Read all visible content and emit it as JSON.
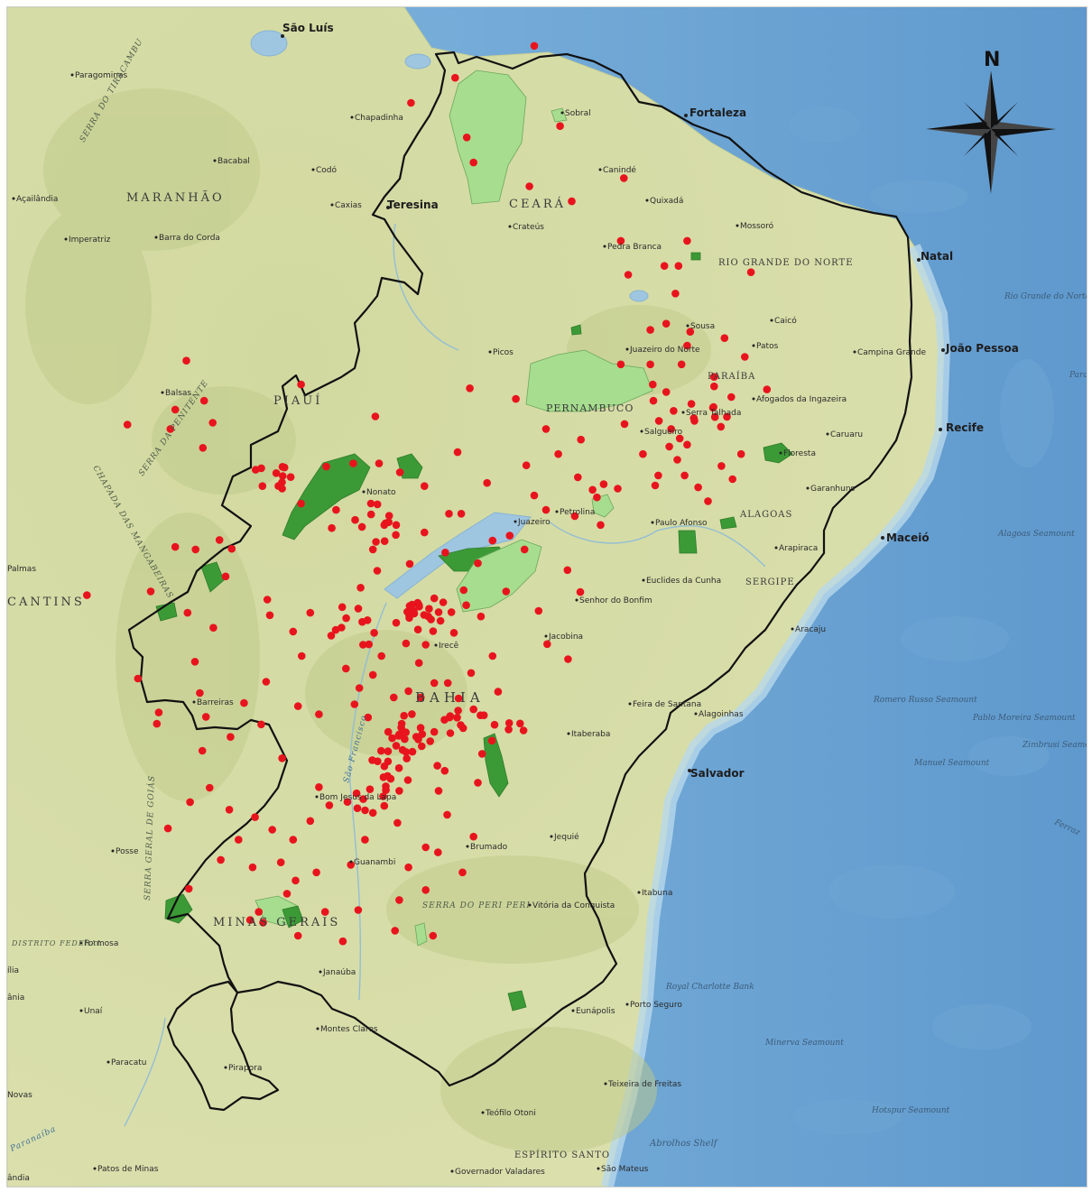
{
  "colors": {
    "land": "#d6dca5",
    "ocean": "#7eb3dc",
    "deep_ocean": "#5b96cc",
    "shelf": "#b4d5ea",
    "boundary": "#111111",
    "occurrence": "#e8141d",
    "protected_area": "#3c9a36",
    "protected_area_light": "#9fd987",
    "water": "#9fc6e0"
  },
  "north_arrow": {
    "label": "N"
  },
  "states": [
    {
      "name": "MARANHÃO"
    },
    {
      "name": "CEARÁ"
    },
    {
      "name": "PIAUÍ"
    },
    {
      "name": "RIO GRANDE DO NORTE"
    },
    {
      "name": "PARAÍBA"
    },
    {
      "name": "PERNAMBUCO"
    },
    {
      "name": "ALAGOAS"
    },
    {
      "name": "SERGIPE"
    },
    {
      "name": "BAHIA"
    },
    {
      "name": "MINAS GERAIS"
    },
    {
      "name": "CANTINS"
    },
    {
      "name": "ESPÍRITO SANTO"
    }
  ],
  "cities_major": [
    {
      "name": "São Luís"
    },
    {
      "name": "Fortaleza"
    },
    {
      "name": "Teresina"
    },
    {
      "name": "Natal"
    },
    {
      "name": "João Pessoa"
    },
    {
      "name": "Recife"
    },
    {
      "name": "Maceió"
    },
    {
      "name": "Salvador"
    }
  ],
  "cities": [
    {
      "name": "Paragominas"
    },
    {
      "name": "Chapadinha"
    },
    {
      "name": "Bacabal"
    },
    {
      "name": "Codó"
    },
    {
      "name": "Caxias"
    },
    {
      "name": "Açailândia"
    },
    {
      "name": "Imperatriz"
    },
    {
      "name": "Barra do Corda"
    },
    {
      "name": "Sobral"
    },
    {
      "name": "Canindé"
    },
    {
      "name": "Quixadá"
    },
    {
      "name": "Crateús"
    },
    {
      "name": "Mossoró"
    },
    {
      "name": "Pedra Branca"
    },
    {
      "name": "Sousa"
    },
    {
      "name": "Caicó"
    },
    {
      "name": "Patos"
    },
    {
      "name": "Campina Grande"
    },
    {
      "name": "Juazeiro do Norte"
    },
    {
      "name": "Picos"
    },
    {
      "name": "Afogados da Ingazeira"
    },
    {
      "name": "Serra Talhada"
    },
    {
      "name": "Caruaru"
    },
    {
      "name": "Salgueiro"
    },
    {
      "name": "Garanhuns"
    },
    {
      "name": "Floresta"
    },
    {
      "name": "Petrolina"
    },
    {
      "name": "Juazeiro"
    },
    {
      "name": "Paulo Afonso"
    },
    {
      "name": "Arapiraca"
    },
    {
      "name": "Euclides da Cunha"
    },
    {
      "name": "Senhor do Bonfim"
    },
    {
      "name": "Jacobina"
    },
    {
      "name": "Aracaju"
    },
    {
      "name": "Irecê"
    },
    {
      "name": "Feira de Santana"
    },
    {
      "name": "Alagoinhas"
    },
    {
      "name": "Itaberaba"
    },
    {
      "name": "Bom Jesus da Lapa"
    },
    {
      "name": "Guanambi"
    },
    {
      "name": "Brumado"
    },
    {
      "name": "Jequié"
    },
    {
      "name": "Vitória da Conquista"
    },
    {
      "name": "Itabuna"
    },
    {
      "name": "Janaúba"
    },
    {
      "name": "Montes Claros"
    },
    {
      "name": "Porto Seguro"
    },
    {
      "name": "Eunápolis"
    },
    {
      "name": "Pirapora"
    },
    {
      "name": "Teixeira de Freitas"
    },
    {
      "name": "Teófilo Otoni"
    },
    {
      "name": "Governador Valadares"
    },
    {
      "name": "São Mateus"
    },
    {
      "name": "Patos de Minas"
    },
    {
      "name": "Paracatu"
    },
    {
      "name": "Unaí"
    },
    {
      "name": "Formosa"
    },
    {
      "name": "Posse"
    },
    {
      "name": "Barreiras"
    },
    {
      "name": "Balsas"
    },
    {
      "name": "Nonato"
    },
    {
      "name": "Palmas"
    },
    {
      "name": "Novas"
    },
    {
      "name": "ília"
    },
    {
      "name": "ânia"
    },
    {
      "name": "ândia"
    }
  ],
  "relief_labels": [
    {
      "name": "SERRA DO TIRACAMBU"
    },
    {
      "name": "SERRA DA PENITENTE"
    },
    {
      "name": "CHAPADA DAS MANGABEIRAS"
    },
    {
      "name": "SERRA DO PERI PERI"
    },
    {
      "name": "SERRA GERAL DE GOIÁS"
    },
    {
      "name": "DISTRITO FEDERAL"
    },
    {
      "name": "São Francisco"
    },
    {
      "name": "Paranaíba"
    }
  ],
  "ocean_features": [
    {
      "name": "Rio Grande do Norte Seamount"
    },
    {
      "name": "Paraíba"
    },
    {
      "name": "Alagoas Seamount"
    },
    {
      "name": "Romero Russo Seamount"
    },
    {
      "name": "Pablo Moreira Seamount"
    },
    {
      "name": "Zimbrusi Seamount"
    },
    {
      "name": "Manuel Seamount"
    },
    {
      "name": "Ferraz"
    },
    {
      "name": "Royal Charlotte Bank"
    },
    {
      "name": "Minerva Seamount"
    },
    {
      "name": "Hotspur Seamount"
    },
    {
      "name": "Abrolhos Shelf"
    }
  ],
  "occurrences": [
    {
      "lon": -40.26,
      "lat": -3.05
    },
    {
      "lon": -40.98,
      "lat": -3.45
    },
    {
      "lon": -40.07,
      "lat": -4.0
    },
    {
      "lon": -39.96,
      "lat": -4.4
    },
    {
      "lon": -39.05,
      "lat": -4.78
    },
    {
      "lon": -38.55,
      "lat": -3.82
    },
    {
      "lon": -38.36,
      "lat": -5.02
    },
    {
      "lon": -37.51,
      "lat": -4.65
    },
    {
      "lon": -36.48,
      "lat": -5.65
    },
    {
      "lon": -37.56,
      "lat": -5.65
    },
    {
      "lon": -38.97,
      "lat": -2.54
    },
    {
      "lon": -37.44,
      "lat": -6.19
    },
    {
      "lon": -36.85,
      "lat": -6.05
    },
    {
      "lon": -36.62,
      "lat": -6.05
    },
    {
      "lon": -35.44,
      "lat": -6.15
    },
    {
      "lon": -36.67,
      "lat": -6.49
    },
    {
      "lon": -36.43,
      "lat": -7.1
    },
    {
      "lon": -36.48,
      "lat": -7.32
    },
    {
      "lon": -37.08,
      "lat": -7.07
    },
    {
      "lon": -36.82,
      "lat": -6.97
    },
    {
      "lon": -35.87,
      "lat": -7.2
    },
    {
      "lon": -35.54,
      "lat": -7.5
    },
    {
      "lon": -37.08,
      "lat": -7.62
    },
    {
      "lon": -36.57,
      "lat": -7.62
    },
    {
      "lon": -35.18,
      "lat": -8.02
    },
    {
      "lon": -37.04,
      "lat": -7.94
    },
    {
      "lon": -36.04,
      "lat": -7.82
    },
    {
      "lon": -36.04,
      "lat": -7.97
    },
    {
      "lon": -35.76,
      "lat": -8.14
    },
    {
      "lon": -37.56,
      "lat": -7.62
    },
    {
      "lon": -36.36,
      "lat": -8.52
    },
    {
      "lon": -36.74,
      "lat": -8.65
    },
    {
      "lon": -36.6,
      "lat": -8.8
    },
    {
      "lon": -36.77,
      "lat": -8.93
    },
    {
      "lon": -36.64,
      "lat": -9.14
    },
    {
      "lon": -36.48,
      "lat": -8.9
    },
    {
      "lon": -36.95,
      "lat": -9.39
    },
    {
      "lon": -36.52,
      "lat": -9.39
    },
    {
      "lon": -36.3,
      "lat": -9.58
    },
    {
      "lon": -36.14,
      "lat": -9.8
    },
    {
      "lon": -37.0,
      "lat": -9.55
    },
    {
      "lon": -37.61,
      "lat": -9.6
    },
    {
      "lon": -37.84,
      "lat": -9.53
    },
    {
      "lon": -38.02,
      "lat": -9.62
    },
    {
      "lon": -38.26,
      "lat": -9.42
    },
    {
      "lon": -37.89,
      "lat": -10.18
    },
    {
      "lon": -38.31,
      "lat": -10.04
    },
    {
      "lon": -38.78,
      "lat": -9.94
    },
    {
      "lon": -39.13,
      "lat": -10.57
    },
    {
      "lon": -38.43,
      "lat": -10.9
    },
    {
      "lon": -38.22,
      "lat": -11.25
    },
    {
      "lon": -39.37,
      "lat": -10.35
    },
    {
      "lon": -39.65,
      "lat": -10.43
    },
    {
      "lon": -39.89,
      "lat": -10.79
    },
    {
      "lon": -40.12,
      "lat": -11.22
    },
    {
      "lon": -40.08,
      "lat": -11.46
    },
    {
      "lon": -40.6,
      "lat": -11.35
    },
    {
      "lon": -40.53,
      "lat": -11.57
    },
    {
      "lon": -40.32,
      "lat": -11.57
    },
    {
      "lon": -39.84,
      "lat": -11.64
    },
    {
      "lon": -40.28,
      "lat": -11.9
    },
    {
      "lon": -40.74,
      "lat": -12.09
    },
    {
      "lon": -41.22,
      "lat": -11.74
    },
    {
      "lon": -41.58,
      "lat": -11.9
    },
    {
      "lon": -41.76,
      "lat": -12.09
    },
    {
      "lon": -41.46,
      "lat": -12.27
    },
    {
      "lon": -40.0,
      "lat": -12.54
    },
    {
      "lon": -39.65,
      "lat": -12.27
    },
    {
      "lon": -39.56,
      "lat": -12.84
    },
    {
      "lon": -39.96,
      "lat": -13.12
    },
    {
      "lon": -40.35,
      "lat": -13.25
    },
    {
      "lon": -40.6,
      "lat": -13.48
    },
    {
      "lon": -40.86,
      "lat": -13.6
    },
    {
      "lon": -41.22,
      "lat": -13.7
    },
    {
      "lon": -41.61,
      "lat": -13.93
    },
    {
      "lon": -41.35,
      "lat": -13.48
    },
    {
      "lon": -41.06,
      "lat": -13.8
    },
    {
      "lon": -40.43,
      "lat": -14.1
    },
    {
      "lon": -39.89,
      "lat": -14.29
    },
    {
      "lon": -40.53,
      "lat": -14.42
    },
    {
      "lon": -41.17,
      "lat": -14.42
    },
    {
      "lon": -41.6,
      "lat": -14.77
    },
    {
      "lon": -42.31,
      "lat": -14.65
    },
    {
      "lon": -42.62,
      "lat": -14.9
    },
    {
      "lon": -42.9,
      "lat": -15.2
    },
    {
      "lon": -43.1,
      "lat": -15.56
    },
    {
      "lon": -42.52,
      "lat": -15.72
    },
    {
      "lon": -41.73,
      "lat": -15.2
    },
    {
      "lon": -40.74,
      "lat": -15.32
    },
    {
      "lon": -40.14,
      "lat": -15.72
    },
    {
      "lon": -40.74,
      "lat": -16.0
    },
    {
      "lon": -41.17,
      "lat": -16.16
    },
    {
      "lon": -41.84,
      "lat": -16.32
    },
    {
      "lon": -42.38,
      "lat": -16.35
    },
    {
      "lon": -43.0,
      "lat": -16.06
    },
    {
      "lon": -43.46,
      "lat": -16.35
    },
    {
      "lon": -43.39,
      "lat": -16.52
    },
    {
      "lon": -42.82,
      "lat": -16.73
    },
    {
      "lon": -42.09,
      "lat": -16.82
    },
    {
      "lon": -41.24,
      "lat": -16.65
    },
    {
      "lon": -40.62,
      "lat": -16.73
    },
    {
      "lon": -41.02,
      "lat": -15.64
    },
    {
      "lon": -40.54,
      "lat": -15.4
    },
    {
      "lon": -39.96,
      "lat": -15.15
    },
    {
      "lon": -41.68,
      "lat": -13.25
    },
    {
      "lon": -41.02,
      "lat": -12.83
    },
    {
      "lon": -40.38,
      "lat": -12.7
    },
    {
      "lon": -40.82,
      "lat": -12.93
    },
    {
      "lon": -41.26,
      "lat": -12.93
    },
    {
      "lon": -41.9,
      "lat": -13.04
    },
    {
      "lon": -42.48,
      "lat": -13.2
    },
    {
      "lon": -42.82,
      "lat": -13.07
    },
    {
      "lon": -43.42,
      "lat": -13.36
    },
    {
      "lon": -43.92,
      "lat": -13.56
    },
    {
      "lon": -44.38,
      "lat": -13.78
    },
    {
      "lon": -44.26,
      "lat": -14.37
    },
    {
      "lon": -44.58,
      "lat": -14.6
    },
    {
      "lon": -43.94,
      "lat": -14.72
    },
    {
      "lon": -43.52,
      "lat": -14.84
    },
    {
      "lon": -43.24,
      "lat": -15.04
    },
    {
      "lon": -43.79,
      "lat": -15.2
    },
    {
      "lon": -44.08,
      "lat": -15.52
    },
    {
      "lon": -43.56,
      "lat": -15.64
    },
    {
      "lon": -44.6,
      "lat": -15.98
    },
    {
      "lon": -44.94,
      "lat": -15.02
    },
    {
      "lon": -45.12,
      "lat": -13.35
    },
    {
      "lon": -44.42,
      "lat": -12.86
    },
    {
      "lon": -43.7,
      "lat": -13.02
    },
    {
      "lon": -43.34,
      "lat": -12.68
    },
    {
      "lon": -42.76,
      "lat": -12.27
    },
    {
      "lon": -42.9,
      "lat": -11.88
    },
    {
      "lon": -43.28,
      "lat": -11.62
    },
    {
      "lon": -43.32,
      "lat": -11.37
    },
    {
      "lon": -42.62,
      "lat": -11.58
    },
    {
      "lon": -42.1,
      "lat": -11.49
    },
    {
      "lon": -41.8,
      "lat": -11.18
    },
    {
      "lon": -41.53,
      "lat": -10.91
    },
    {
      "lon": -41.6,
      "lat": -10.57
    },
    {
      "lon": -41.0,
      "lat": -10.8
    },
    {
      "lon": -40.76,
      "lat": -10.3
    },
    {
      "lon": -41.22,
      "lat": -10.18
    },
    {
      "lon": -41.55,
      "lat": -10.45
    },
    {
      "lon": -41.89,
      "lat": -10.1
    },
    {
      "lon": -42.2,
      "lat": -9.94
    },
    {
      "lon": -42.77,
      "lat": -9.84
    },
    {
      "lon": -43.08,
      "lat": -9.6
    },
    {
      "lon": -43.4,
      "lat": -9.56
    },
    {
      "lon": -43.51,
      "lat": -9.3
    },
    {
      "lon": -42.36,
      "lat": -9.25
    },
    {
      "lon": -41.92,
      "lat": -9.2
    },
    {
      "lon": -41.5,
      "lat": -9.2
    },
    {
      "lon": -41.16,
      "lat": -9.34
    },
    {
      "lon": -40.76,
      "lat": -9.56
    },
    {
      "lon": -40.36,
      "lat": -10.0
    },
    {
      "lon": -44.37,
      "lat": -8.95
    },
    {
      "lon": -44.21,
      "lat": -8.55
    },
    {
      "lon": -44.35,
      "lat": -8.2
    },
    {
      "lon": -44.82,
      "lat": -8.34
    },
    {
      "lon": -44.9,
      "lat": -8.65
    },
    {
      "lon": -45.6,
      "lat": -8.58
    },
    {
      "lon": -44.64,
      "lat": -7.56
    },
    {
      "lon": -42.77,
      "lat": -7.94
    },
    {
      "lon": -41.56,
      "lat": -8.45
    },
    {
      "lon": -40.22,
      "lat": -9.02
    },
    {
      "lon": -40.02,
      "lat": -8.0
    },
    {
      "lon": -39.27,
      "lat": -8.17
    },
    {
      "lon": -38.78,
      "lat": -8.65
    },
    {
      "lon": -38.21,
      "lat": -8.82
    },
    {
      "lon": -38.58,
      "lat": -9.05
    },
    {
      "lon": -42.27,
      "lat": -10.23
    },
    {
      "lon": -43.9,
      "lat": -10.56
    },
    {
      "lon": -44.1,
      "lat": -10.42
    },
    {
      "lon": -44.49,
      "lat": -10.57
    },
    {
      "lon": -44.0,
      "lat": -11.0
    },
    {
      "lon": -44.82,
      "lat": -10.53
    },
    {
      "lon": -45.22,
      "lat": -11.24
    },
    {
      "lon": -46.26,
      "lat": -11.3
    },
    {
      "lon": -44.62,
      "lat": -11.58
    },
    {
      "lon": -44.2,
      "lat": -11.82
    },
    {
      "lon": -44.5,
      "lat": -12.36
    },
    {
      "lon": -45.09,
      "lat": -13.17
    },
    {
      "lon": -45.43,
      "lat": -12.63
    },
    {
      "lon": -44.32,
      "lat": -13.24
    },
    {
      "lon": -42.48,
      "lat": -14.36
    },
    {
      "lon": -43.08,
      "lat": -13.9
    },
    {
      "lon": -41.2,
      "lat": -14.93
    },
    {
      "lon": -43.6,
      "lat": -16.48
    },
    {
      "lon": -42.86,
      "lat": -15.85
    },
    {
      "lon": -41.96,
      "lat": -15.6
    },
    {
      "lon": -40.39,
      "lat": -14.8
    },
    {
      "lon": -40.55,
      "lat": -14.02
    },
    {
      "lon": -39.66,
      "lat": -13.62
    },
    {
      "lon": -39.82,
      "lat": -13.83
    },
    {
      "lon": -40.13,
      "lat": -13.42
    },
    {
      "lon": -40.85,
      "lat": -12.38
    },
    {
      "lon": -41.06,
      "lat": -12.07
    },
    {
      "lon": -40.6,
      "lat": -12.7
    },
    {
      "lon": -41.6,
      "lat": -12.57
    },
    {
      "lon": -41.82,
      "lat": -12.78
    },
    {
      "lon": -42.04,
      "lat": -12.47
    },
    {
      "lon": -38.9,
      "lat": -11.55
    },
    {
      "lon": -38.76,
      "lat": -12.08
    },
    {
      "lon": -38.42,
      "lat": -12.32
    },
    {
      "lon": -39.43,
      "lat": -11.24
    },
    {
      "lon": -40.42,
      "lat": -10.62
    },
    {
      "lon": -40.16,
      "lat": -10.0
    },
    {
      "lon": -39.1,
      "lat": -9.23
    },
    {
      "lon": -39.74,
      "lat": -9.51
    },
    {
      "lon": -38.97,
      "lat": -9.71
    },
    {
      "lon": -37.95,
      "lat": -9.74
    },
    {
      "lon": -37.2,
      "lat": -9.05
    },
    {
      "lon": -37.5,
      "lat": -8.57
    },
    {
      "lon": -37.03,
      "lat": -8.2
    },
    {
      "lon": -36.7,
      "lat": -8.36
    },
    {
      "lon": -36.41,
      "lat": -8.25
    },
    {
      "lon": -36.82,
      "lat": -8.06
    },
    {
      "lon": -36.94,
      "lat": -8.52
    },
    {
      "lon": -35.6,
      "lat": -9.05
    },
    {
      "lon": -35.92,
      "lat": -9.24
    },
    {
      "lon": -35.74,
      "lat": -9.45
    }
  ],
  "occurrences_clusters": [
    {
      "lon": -40.8,
      "lat": -11.55,
      "n": 18
    },
    {
      "lon": -40.98,
      "lat": -13.46,
      "n": 16
    },
    {
      "lon": -41.35,
      "lat": -14.05,
      "n": 14
    },
    {
      "lon": -41.45,
      "lat": -10.12,
      "n": 10
    },
    {
      "lon": -43.1,
      "lat": -9.35,
      "n": 8
    },
    {
      "lon": -40.15,
      "lat": -13.2,
      "n": 8
    },
    {
      "lon": -39.45,
      "lat": -13.3,
      "n": 6
    },
    {
      "lon": -41.92,
      "lat": -11.85,
      "n": 8
    },
    {
      "lon": -41.65,
      "lat": -14.7,
      "n": 8
    },
    {
      "lon": -36.0,
      "lat": -8.4,
      "n": 6
    }
  ]
}
